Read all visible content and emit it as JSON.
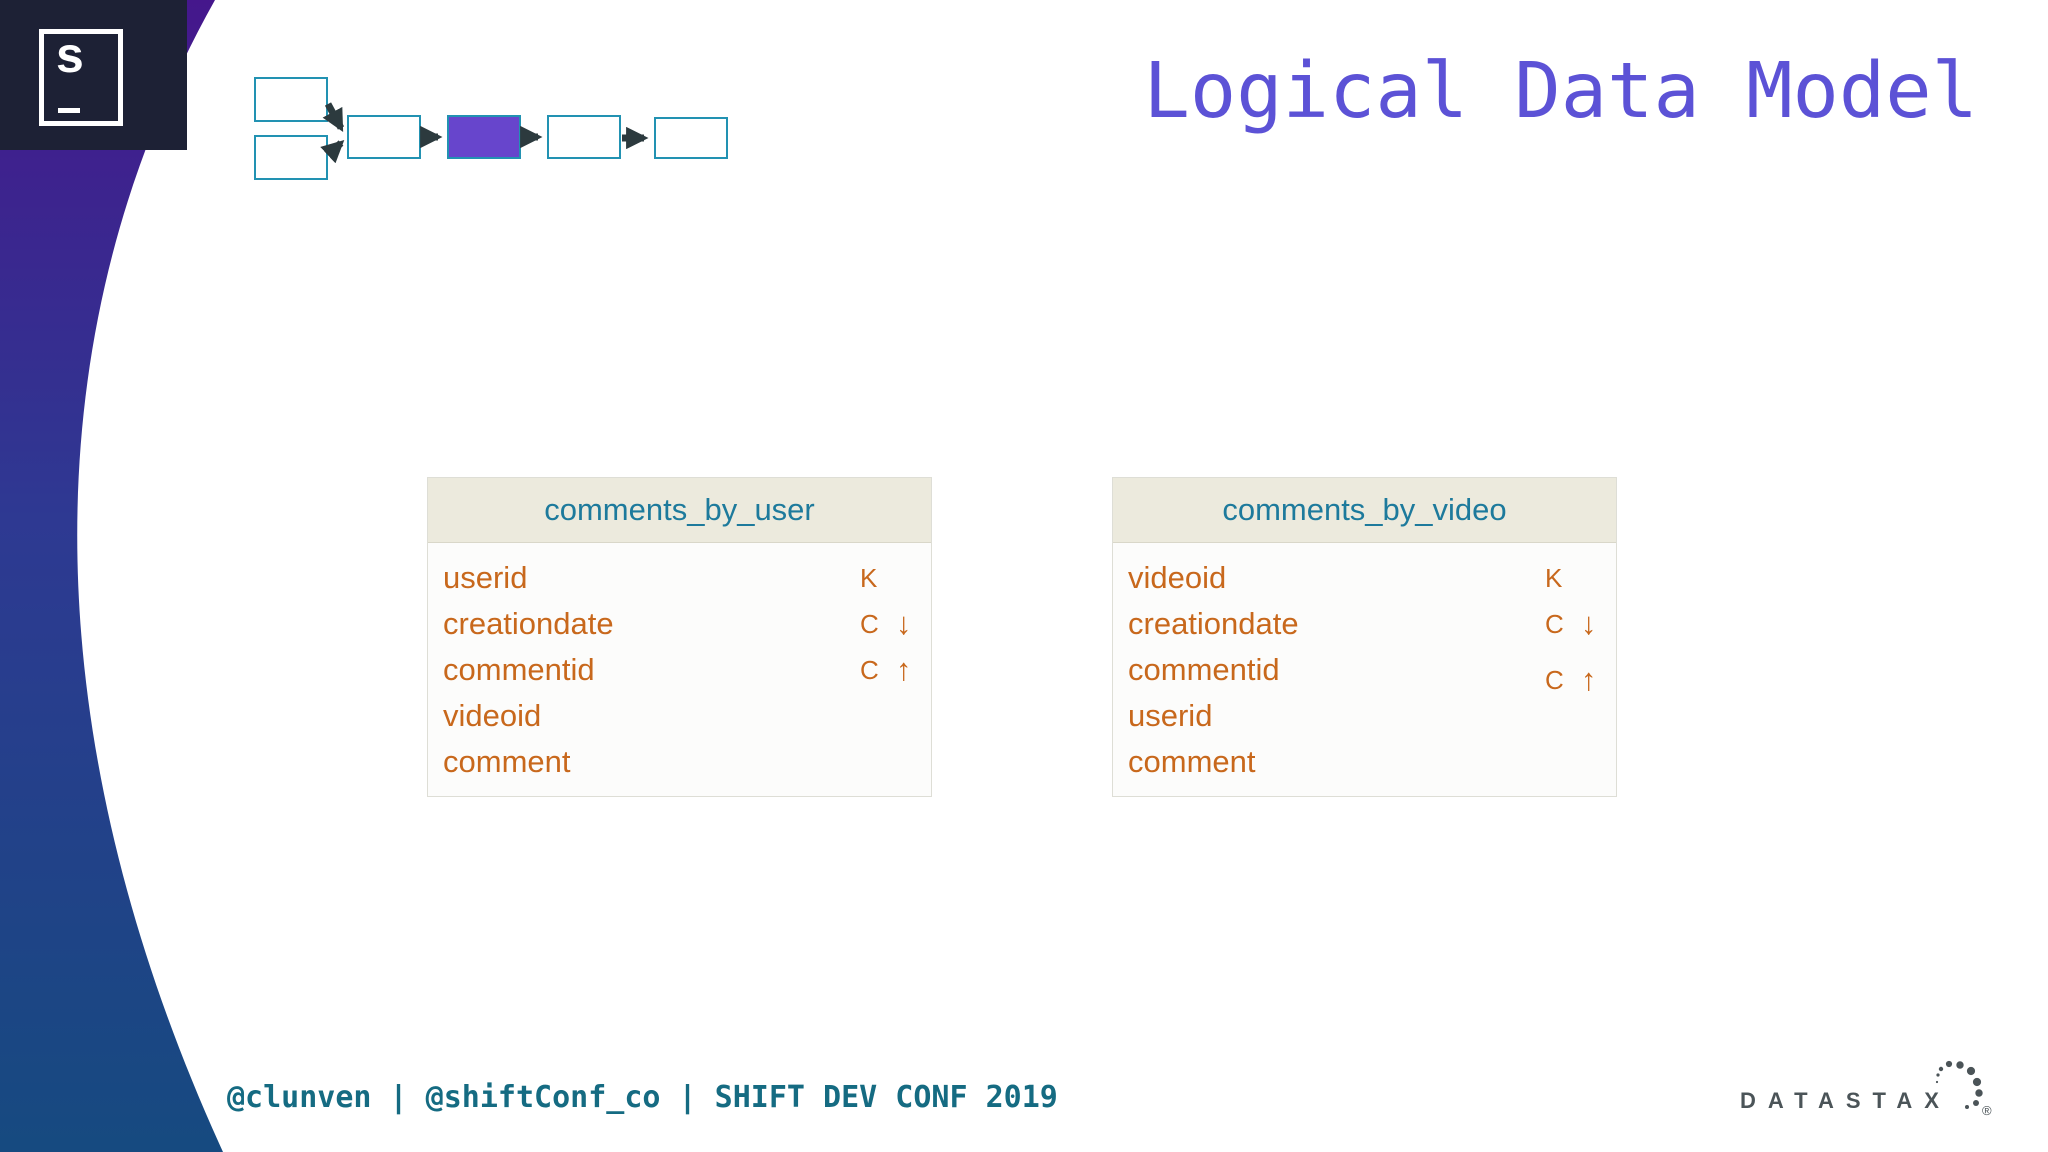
{
  "slide": {
    "title": "Logical Data Model",
    "footer": "@clunven | @shiftConf_co | SHIFT DEV CONF 2019"
  },
  "logo": {
    "letter": "s"
  },
  "flow_diagram": {
    "box_count": 6,
    "highlighted_box_index": 4,
    "highlight_color": "#6745cc",
    "border_color": "#2292b2",
    "arrow_color": "#2c3a3e"
  },
  "tables": [
    {
      "title": "comments_by_user",
      "rows": [
        {
          "name": "userid",
          "key": "K",
          "dir": ""
        },
        {
          "name": "creationdate",
          "key": "C",
          "dir": "↓"
        },
        {
          "name": "commentid",
          "key": "C",
          "dir": "↑"
        },
        {
          "name": "videoid",
          "key": "",
          "dir": ""
        },
        {
          "name": "comment",
          "key": "",
          "dir": ""
        }
      ]
    },
    {
      "title": "comments_by_video",
      "rows": [
        {
          "name": "videoid",
          "key": "K",
          "dir": ""
        },
        {
          "name": "creationdate",
          "key": "C",
          "dir": "↓"
        },
        {
          "name": "commentid",
          "key": "C",
          "dir": "↑"
        },
        {
          "name": "userid",
          "key": "",
          "dir": ""
        },
        {
          "name": "comment",
          "key": "",
          "dir": ""
        }
      ]
    }
  ],
  "brand": {
    "name": "DATASTAX",
    "registered": "®"
  },
  "colors": {
    "title_purple": "#5c52d6",
    "table_text_orange": "#c8681c",
    "table_header_teal": "#1d7a9c",
    "table_header_bg": "#eceadd",
    "footer_teal": "#156b82",
    "band_gradient_top": "#45178c",
    "band_gradient_bottom": "#164a80",
    "logo_panel_navy": "#1d2135",
    "brand_gray": "#4b5458"
  }
}
